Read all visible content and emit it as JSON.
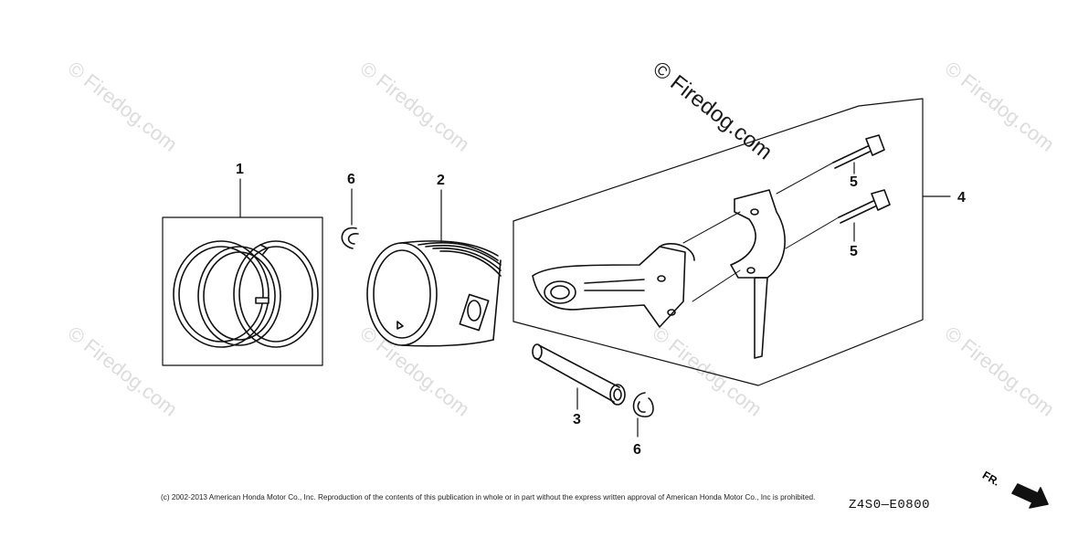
{
  "watermarks": {
    "text": "© Firedog.com",
    "strong_text": "© Firedog.com"
  },
  "callouts": {
    "ring_set": "1",
    "piston": "2",
    "piston_pin": "3",
    "connecting_rod": "4",
    "bolt_upper": "5",
    "bolt_lower": "5",
    "clip_upper": "6",
    "clip_lower": "6"
  },
  "footer": {
    "copyright": "(c) 2002-2013 American Honda Motor Co., Inc. Reproduction of the contents of this publication in whole or in part without the express written approval of American Honda Motor Co., Inc is prohibited.",
    "diagram_code": "Z4S0—E0800",
    "direction_label": "FR."
  },
  "colors": {
    "line": "#111111",
    "watermark": "#dcdcdc"
  }
}
